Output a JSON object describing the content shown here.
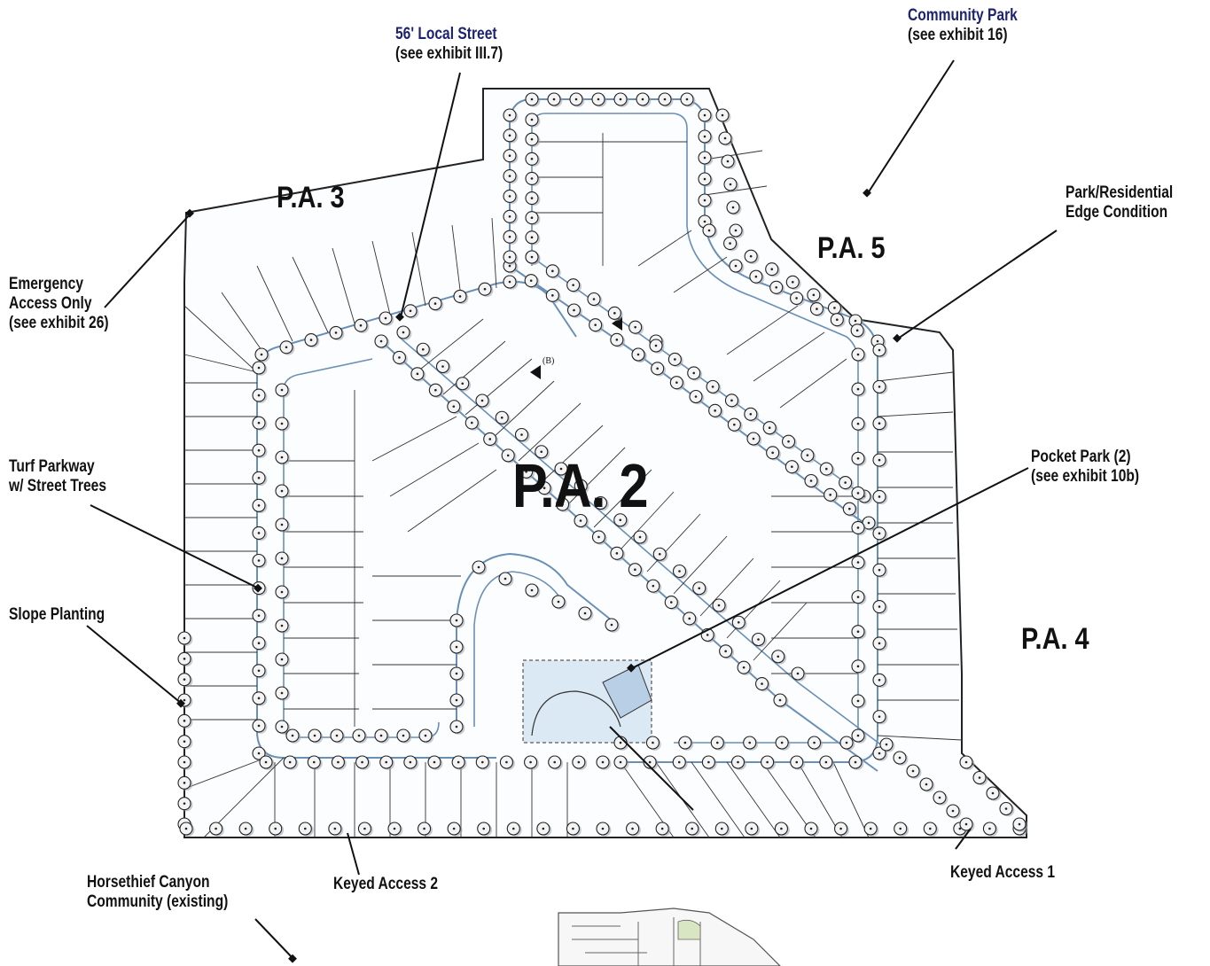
{
  "planning_areas": {
    "pa2": "P.A. 2",
    "pa3": "P.A. 3",
    "pa4": "P.A. 4",
    "pa5": "P.A. 5"
  },
  "callouts": {
    "local_street": {
      "line1": "56' Local Street",
      "line2": "(see exhibit III.7)"
    },
    "community_park": {
      "line1": "Community Park",
      "line2": "(see exhibit 16)"
    },
    "park_edge": {
      "line1": "Park/Residential",
      "line2": "Edge Condition"
    },
    "emergency_access": {
      "line1": "Emergency",
      "line2": "Access Only",
      "line3": "(see exhibit 26)"
    },
    "turf_parkway": {
      "line1": "Turf Parkway",
      "line2": "w/ Street Trees"
    },
    "slope_planting": {
      "line1": "Slope Planting"
    },
    "pocket_park": {
      "line1": "Pocket Park (2)",
      "line2": "(see exhibit 10b)"
    },
    "keyed_access_2": {
      "line1": "Keyed Access 2"
    },
    "keyed_access_1": {
      "line1": "Keyed Access 1"
    },
    "horsethief": {
      "line1": "Horsethief Canyon",
      "line2": "Community (existing)"
    }
  },
  "section_marker": "(B)",
  "colors": {
    "ink": "#111111",
    "callout_blue": "#1e2370",
    "pocket_park_fill": "#dbe9f4",
    "tree_fill": "#f4f4f4"
  }
}
